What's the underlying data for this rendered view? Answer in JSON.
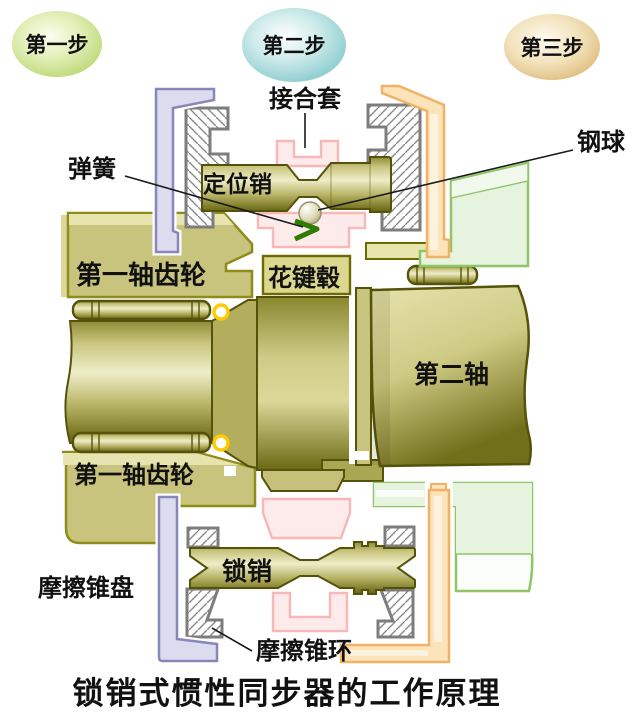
{
  "title": "锁销式惯性同步器的工作原理",
  "steps": [
    {
      "label": "第一步",
      "edge_color": "#b7d56e"
    },
    {
      "label": "第二步",
      "edge_color": "#7fc7cb"
    },
    {
      "label": "第三步",
      "edge_color": "#dcb878"
    }
  ],
  "labels": {
    "sleeve": "接合套",
    "steel_ball": "钢球",
    "spring": "弹簧",
    "positioning_pin": "定位销",
    "first_shaft_gear_upper": "第一轴齿轮",
    "spline_hub": "花键毂",
    "second_shaft": "第二轴",
    "first_shaft_gear_lower": "第一轴齿轮",
    "lock_pin": "锁销",
    "friction_cone_disc": "摩擦锥盘",
    "friction_cone_ring": "摩擦锥环"
  },
  "colors": {
    "olive_dark": "#64620f",
    "olive_mid": "#c9c57e",
    "olive_light": "#efedc8",
    "gear_fill": "#c8c47d",
    "purple_fill": "#dcdcee",
    "purple_border": "#8787ba",
    "orange_fill": "#fbe3ba",
    "orange_border": "#f2b266",
    "pink_fill": "#fdeaea",
    "pink_border": "#f7b8b8",
    "green_fill": "#e6f3df",
    "green_border": "#8fc468",
    "hatch_border": "#7d7d7d",
    "yellow_ring": "#ffcc00",
    "spring_green": "#2e7d00",
    "text": "#111111",
    "background": "#ffffff"
  }
}
